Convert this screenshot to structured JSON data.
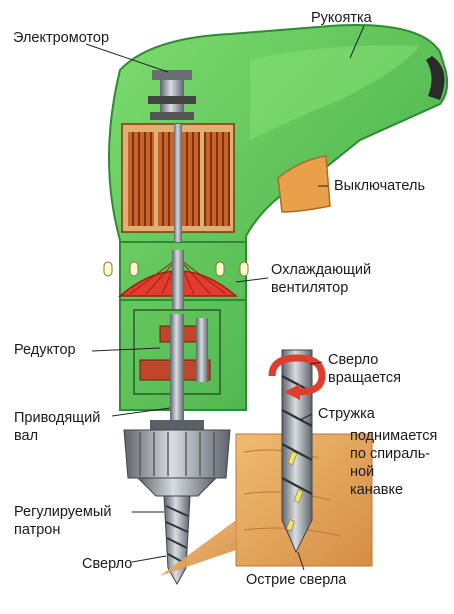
{
  "labels": {
    "motor": "Электромотор",
    "handle": "Рукоятка",
    "switch": "Выключатель",
    "fan_1": "Охлаждающий",
    "fan_2": "вентилятор",
    "gearbox": "Редуктор",
    "shaft_1": "Приводящий",
    "shaft_2": "вал",
    "chuck_1": "Регулируемый",
    "chuck_2": "патрон",
    "bit": "Сверло",
    "rot_1": "Сверло",
    "rot_2": "вращается",
    "chip_1": "Стружка",
    "chip_2": "поднимается",
    "chip_3": "по спираль-",
    "chip_4": "ной",
    "chip_5": "канавке",
    "tip": "Острие сверла"
  },
  "colors": {
    "body_green": "#5cc95a",
    "body_dark": "#2f8a34",
    "switch_orange": "#e8a04a",
    "coil_brown": "#b3501e",
    "fan_red": "#e23c2c",
    "metal": "#8a8f96",
    "wood": "#e6a85e"
  }
}
